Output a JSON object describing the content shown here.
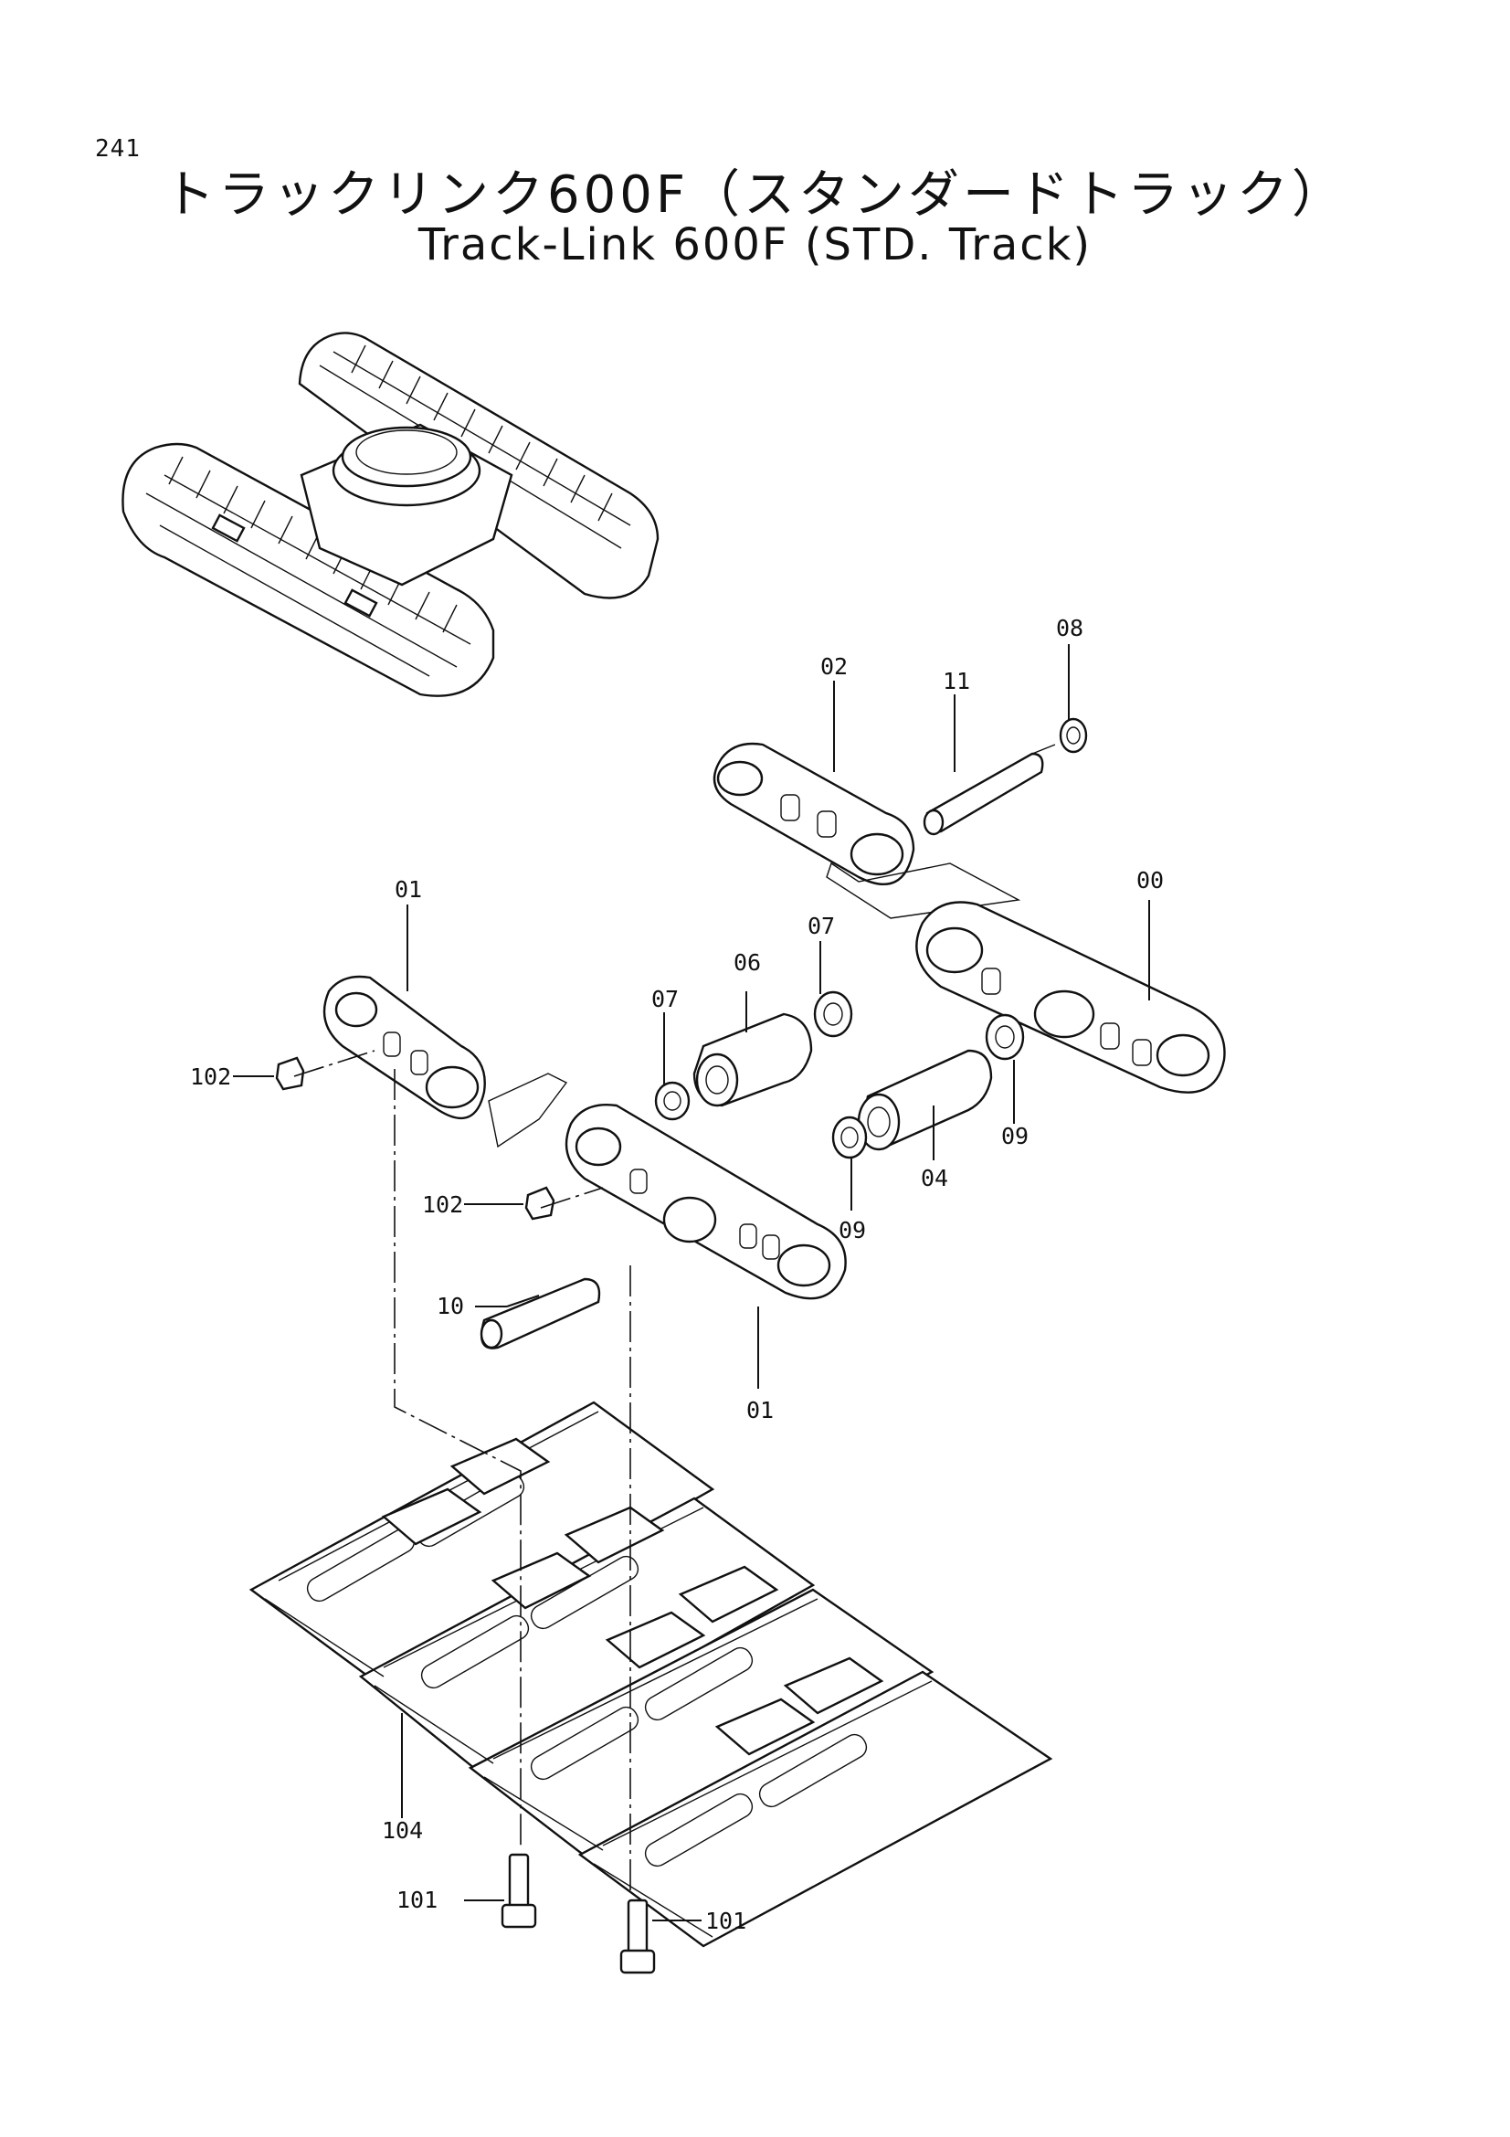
{
  "page": {
    "number": "241"
  },
  "title": {
    "japanese": "トラックリンク600F（スタンダードトラック）",
    "english": "Track-Link 600F (STD. Track)"
  },
  "callouts": {
    "c00": "00",
    "c01a": "01",
    "c01b": "01",
    "c02": "02",
    "c04": "04",
    "c06": "06",
    "c07a": "07",
    "c07b": "07",
    "c08": "08",
    "c09a": "09",
    "c09b": "09",
    "c10": "10",
    "c11": "11",
    "c101a": "101",
    "c101b": "101",
    "c102a": "102",
    "c102b": "102",
    "c104": "104"
  }
}
